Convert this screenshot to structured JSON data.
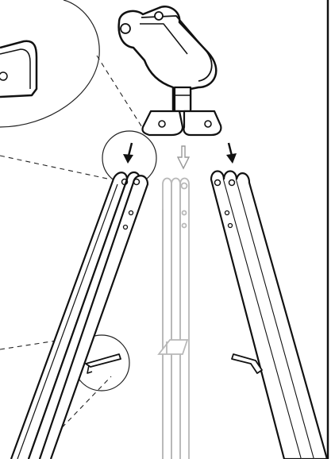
{
  "diagram": {
    "kind": "assembly-instruction",
    "parts": [
      "mount-head",
      "tripod-leg-left",
      "tripod-leg-center",
      "tripod-leg-right"
    ],
    "arrows": [
      {
        "id": "left-leg-arrow",
        "style": "solid"
      },
      {
        "id": "center-leg-arrow",
        "style": "outline"
      },
      {
        "id": "right-leg-arrow",
        "style": "solid"
      }
    ],
    "callouts": [
      "mount-detail-callout",
      "leg-top-callout",
      "leg-clamp-callout"
    ],
    "colors": {
      "ink": "#111111",
      "ghost": "#b8b8b8",
      "paper": "#ffffff"
    }
  }
}
